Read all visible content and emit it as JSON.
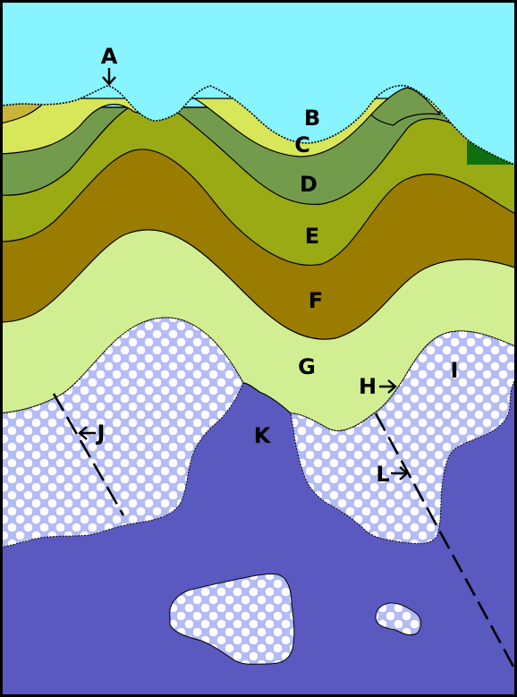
{
  "labels": {
    "A": "A",
    "B": "B",
    "C": "C",
    "D": "D",
    "E": "E",
    "F": "F",
    "G": "G",
    "H": "H",
    "I": "I",
    "J": "J",
    "K": "K",
    "L": "L"
  },
  "colors": {
    "sky": "#88f4ff",
    "layer_b": "#c8b43a",
    "layer_c": "#d8e65a",
    "layer_d": "#739b4c",
    "layer_e": "#9aaa14",
    "layer_f": "#9a7c00",
    "layer_g": "#d2ee92",
    "granite_fill": "#b4bcf6",
    "granite_dots": "#ffffff",
    "basement_k": "#5a59c0",
    "vegetation": "#0f6f0f"
  }
}
